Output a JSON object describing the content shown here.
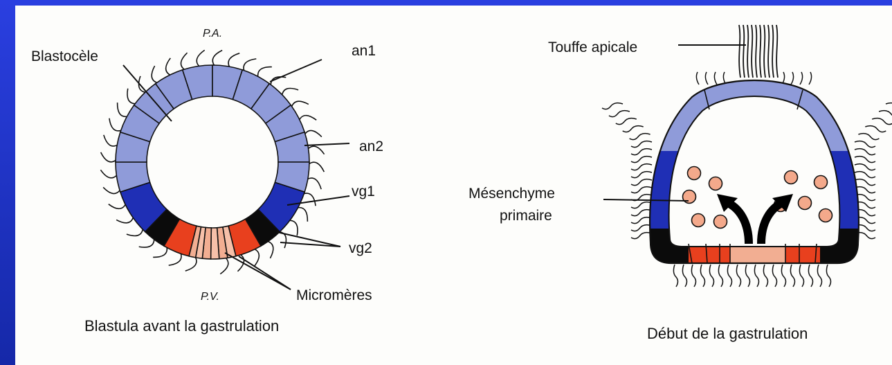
{
  "left": {
    "title": "Blastula avant la gastrulation",
    "pole_top": "P.A.",
    "pole_bottom": "P.V.",
    "labels": {
      "blastocele": "Blastocèle",
      "an1": "an1",
      "an2": "an2",
      "vg1": "vg1",
      "vg2": "vg2",
      "micromeres": "Micromères"
    }
  },
  "right": {
    "title": "Début de la gastrulation",
    "labels": {
      "apical_tuft": "Touffe apicale",
      "mesenchyme_line1": "Mésenchyme",
      "mesenchyme_line2": "primaire"
    }
  },
  "colors": {
    "an": "#8f9bd9",
    "vg1": "#1f2fb5",
    "black": "#0b0b0b",
    "vg2": "#e8401e",
    "micromere": "#f2ae92",
    "mesenchyme_cell": "#f4a98b",
    "frame": "#1a2fb8"
  }
}
